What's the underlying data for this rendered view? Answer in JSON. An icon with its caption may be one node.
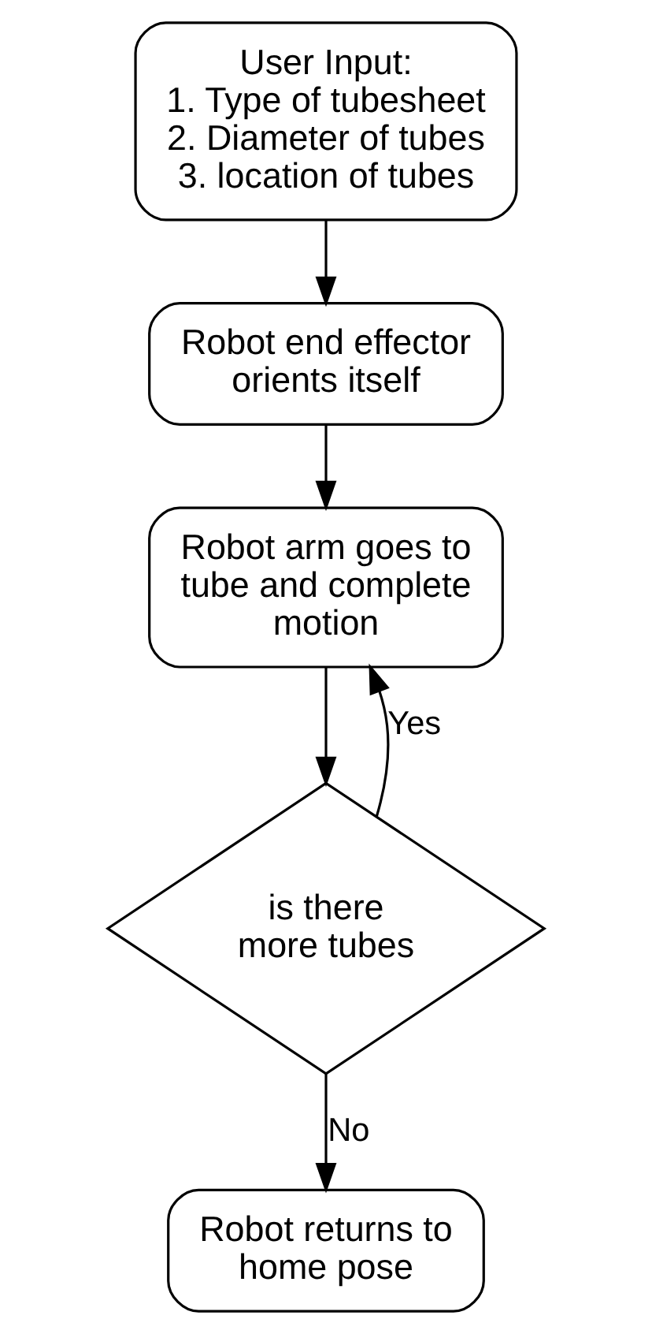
{
  "diagram": {
    "nodes": [
      {
        "text": [
          "User Input: 1. Type of tubesheet 2. Diameter of tubes 3. location of tubes"
        ]
      },
      {
        "text": [
          "Robot end effector orients itself"
        ]
      },
      {
        "text": [
          "Robot arm goes to tube and complete motion"
        ]
      },
      {
        "text": [
          "is there more tubes"
        ]
      },
      {
        "text": [
          "Robot returns to home pose"
        ]
      }
    ],
    "edges": [
      {
        "from": 0,
        "to": 1,
        "arrow": "to"
      },
      {
        "from": 1,
        "to": 2,
        "arrow": "to"
      },
      {
        "from": 2,
        "to": 3,
        "arrow": "to"
      },
      {
        "from": 3,
        "to": 2,
        "arrow": "to",
        "label": "Yes"
      },
      {
        "from": 3,
        "to": 4,
        "arrow": "to",
        "label": "No"
      }
    ]
  }
}
